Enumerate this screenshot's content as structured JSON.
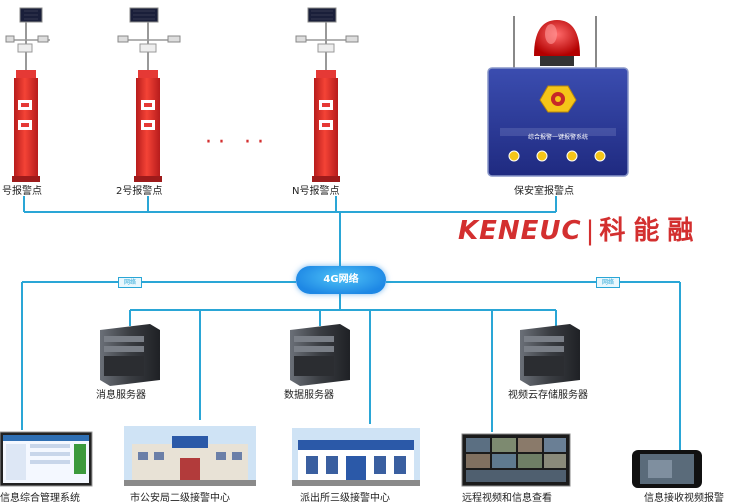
{
  "alarm_posts": [
    "号报警点",
    "2号报警点",
    "N号报警点"
  ],
  "ellipsis": "·· ··",
  "station_label": "保安室报警点",
  "station_screen_title": "综合报警一键报警系统",
  "network_hub": "4G网络",
  "badges": [
    "网络",
    "网络"
  ],
  "brand": {
    "latin": "KENEUC",
    "separator": "|",
    "chinese": "科能融"
  },
  "servers": [
    "消息服务器",
    "数据服务器",
    "视频云存储服务器"
  ],
  "endpoints": [
    "信息综合管理系统",
    "市公安局二级接警中心",
    "派出所三级接警中心",
    "远程视频和信息查看",
    "信息接收视频报警"
  ],
  "colors": {
    "line": "#2aa6d6",
    "post_red": "#e53935",
    "brand_red": "#d32f2f",
    "hub": "#1e88e5"
  }
}
